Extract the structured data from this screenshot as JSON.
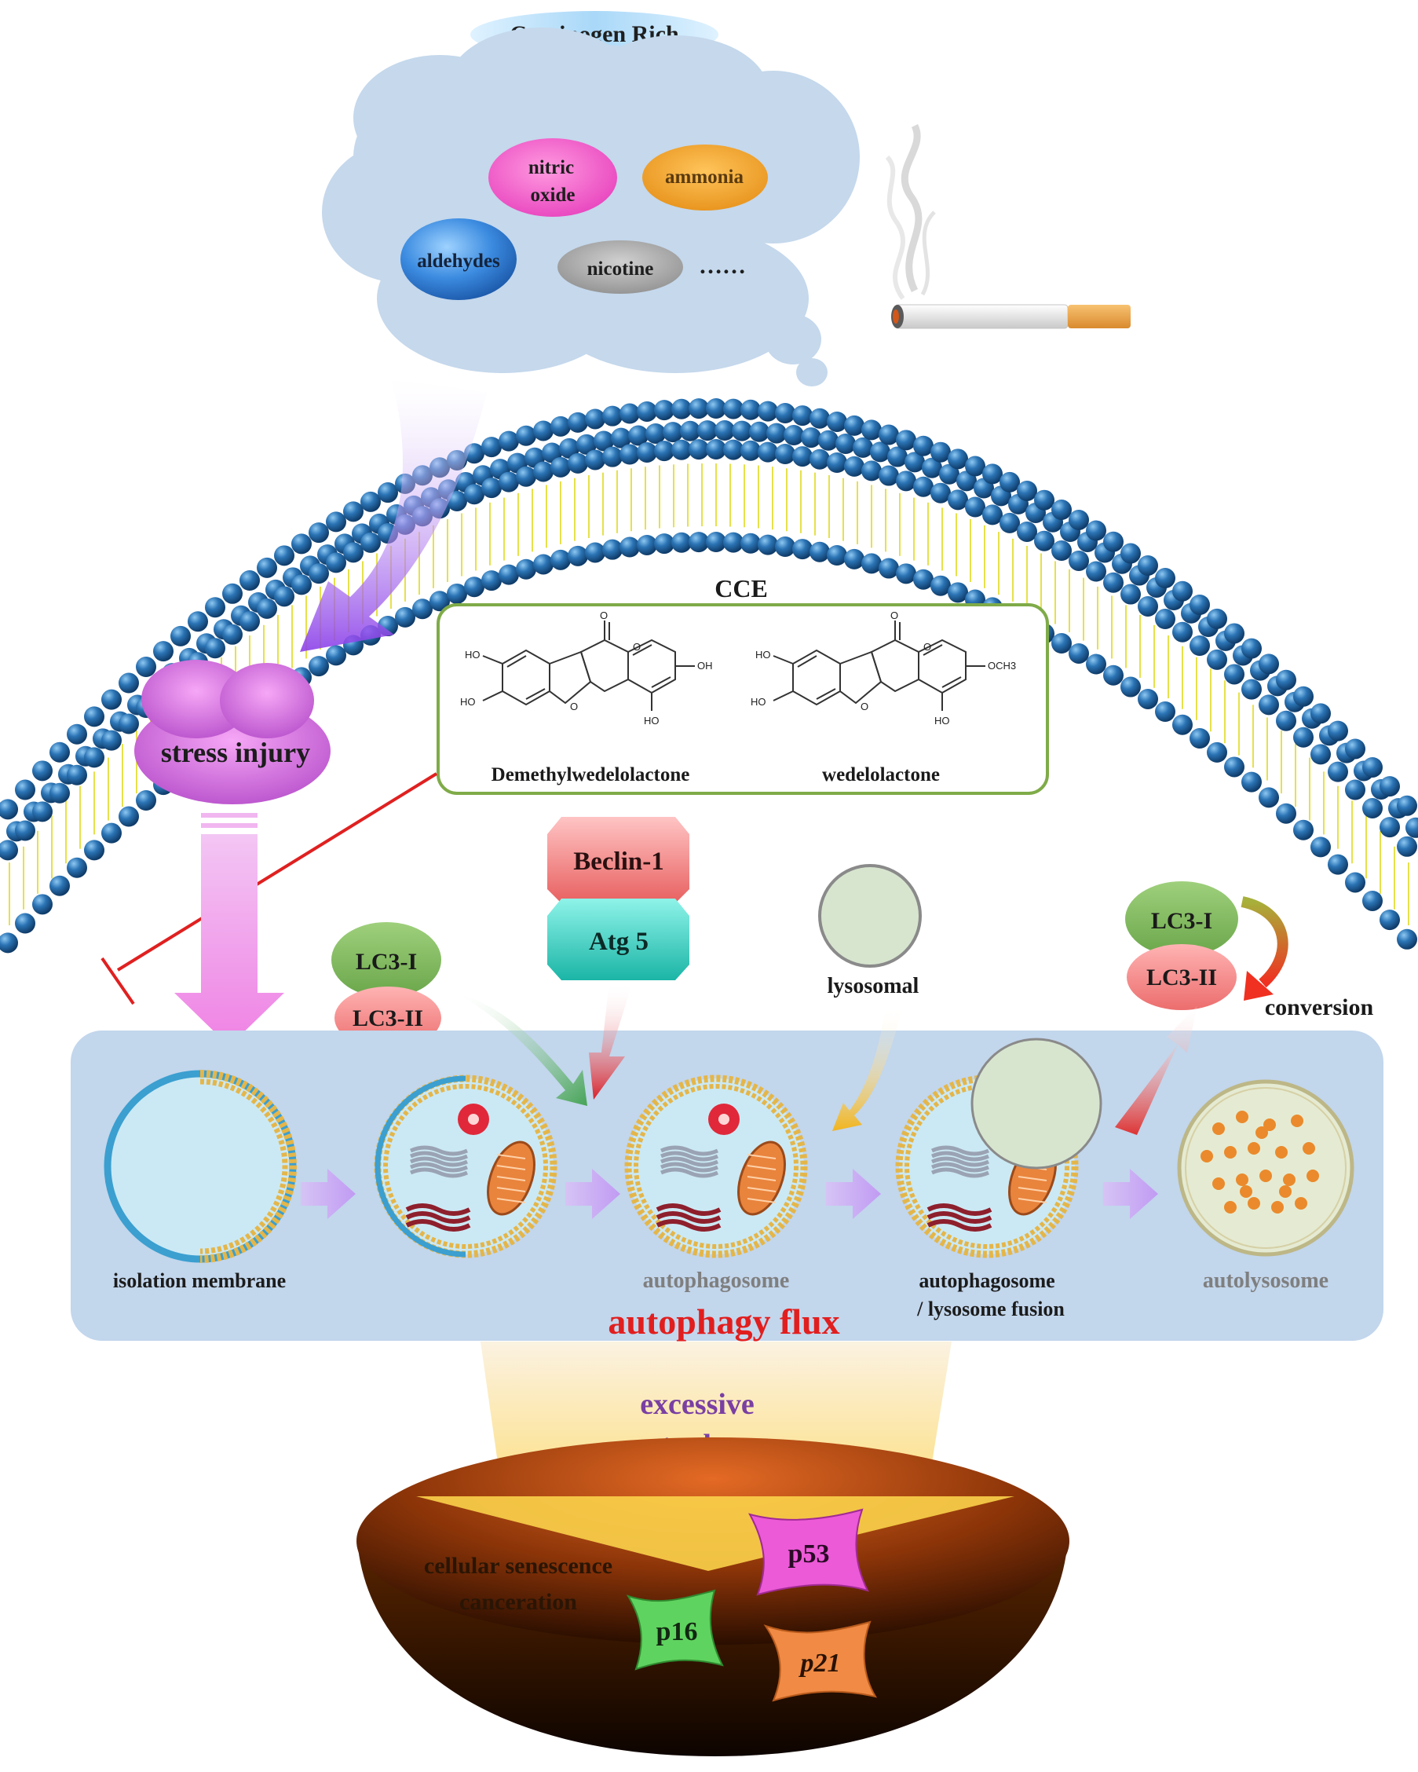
{
  "title": "Carcinogen Rich",
  "smoke_components": [
    "nitric",
    "oxide",
    "ammonia",
    "aldehydes",
    "nicotine",
    "……"
  ],
  "extract": {
    "label": "CCE",
    "compounds": [
      "Demethylwedelolactone",
      "wedelolactone"
    ],
    "atoms": {
      "ho": "HO",
      "oh": "OH",
      "o": "O",
      "och3": "OCH3"
    }
  },
  "stress": "stress injury",
  "proteins": {
    "beclin": "Beclin-1",
    "atg5": "Atg 5",
    "lc3_i": "LC3-I",
    "lc3_ii": "LC3-II",
    "lysosomal": "lysosomal",
    "conversion": "conversion"
  },
  "stages": [
    "isolation membrane",
    "autophagosome",
    "autophagosome",
    "/ lysosome fusion",
    "autolysosome"
  ],
  "flux_label": "autophagy flux",
  "outcome": {
    "line1": "excessive",
    "line2": "autophagy",
    "senescence": "cellular senescence",
    "canceration": "canceration",
    "markers": [
      "p16",
      "p53",
      "p21"
    ]
  },
  "colors": {
    "cloud": "#c5d8ec",
    "membrane_head": "#1f5f93",
    "membrane_tail": "#e6e14a",
    "flux_panel": "#c2d6ec",
    "flux_label": "#e11e1e",
    "excessive_text": "#7a3fa3",
    "inhibit_line": "#e02020",
    "cce_border": "#7fab48"
  }
}
